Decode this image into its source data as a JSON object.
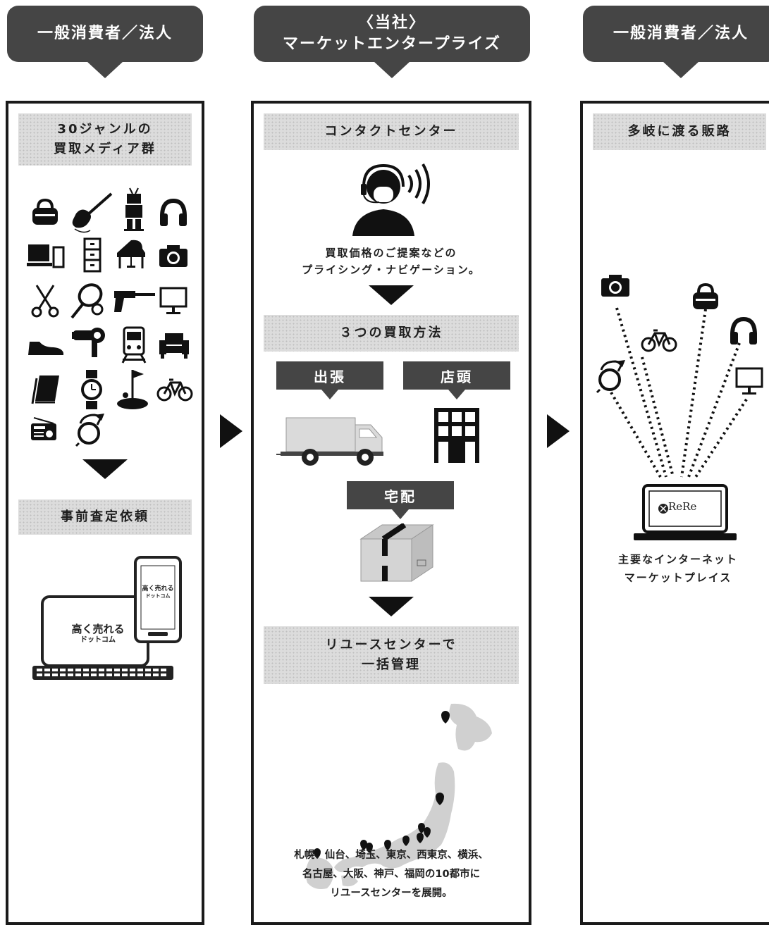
{
  "columns": [
    {
      "bubble": [
        "一般消費者／法人"
      ],
      "sections": {
        "media": [
          "30ジャンルの",
          "買取メディア群"
        ],
        "request": "事前査定依頼"
      },
      "icons": [
        "handbag-icon",
        "electric-guitar-icon",
        "robot-toy-icon",
        "headphones-icon",
        "computer-icon",
        "filing-cabinet-icon",
        "grand-piano-icon",
        "camera-icon",
        "scissors-icon",
        "tennis-racket-icon",
        "toy-gun-icon",
        "monitor-icon",
        "sneaker-icon",
        "hair-dryer-icon",
        "train-icon",
        "armchair-icon",
        "book-icon",
        "wristwatch-icon",
        "golf-flag-icon",
        "bicycle-icon",
        "radio-icon",
        "horn-icon"
      ],
      "devices": {
        "logo": "高く売れる",
        "logo_sub": "ドットコム"
      }
    },
    {
      "bubble": [
        "〈当社〉",
        "マーケットエンタープライズ"
      ],
      "sections": {
        "contact": "コンタクトセンター",
        "methods": "３つの買取方法",
        "reuse": [
          "リユースセンターで",
          "一括管理"
        ]
      },
      "contact_desc": [
        "買取価格のご提案などの",
        "プライシング・ナビゲーション。"
      ],
      "methods": {
        "visit": "出張",
        "store": "店頭",
        "delivery": "宅配"
      },
      "centers_desc": [
        "札幌、仙台、埼玉、東京、西東京、横浜、",
        "名古屋、大阪、神戸、福岡の10都市に",
        "リユースセンターを展開。"
      ]
    },
    {
      "bubble": [
        "一般消費者／法人"
      ],
      "sections": {
        "channels": "多岐に渡る販路"
      },
      "laptop_logo": "ReRe",
      "marketplace_desc": [
        "主要なインターネット",
        "マーケットプレイス"
      ],
      "icons": [
        "camera-icon",
        "bicycle-icon",
        "handbag-icon",
        "headphones-icon",
        "horn-icon",
        "monitor-icon"
      ]
    }
  ],
  "colors": {
    "dark": "#454545",
    "hatch": "#dcdcdc",
    "ink": "#111111"
  }
}
